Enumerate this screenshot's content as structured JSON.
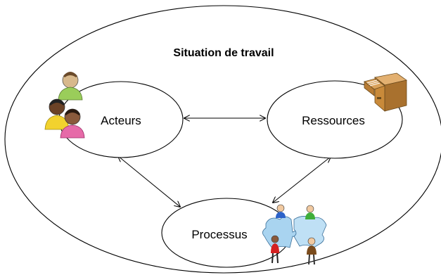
{
  "diagram": {
    "title": "Situation de travail",
    "nodes": {
      "acteurs": {
        "label": "Acteurs",
        "icon": "people-group-icon"
      },
      "ressources": {
        "label": "Ressources",
        "icon": "filing-cabinet-icon"
      },
      "processus": {
        "label": "Processus",
        "icon": "puzzle-team-icon"
      }
    },
    "edges": [
      {
        "from": "Acteurs",
        "to": "Ressources",
        "type": "bidirectional"
      },
      {
        "from": "Acteurs",
        "to": "Processus",
        "type": "bidirectional"
      },
      {
        "from": "Ressources",
        "to": "Processus",
        "type": "bidirectional"
      }
    ],
    "colors": {
      "stroke": "#000000",
      "background": "#ffffff",
      "cabinet": "#c98a3a",
      "puzzle": "#a9d4f0",
      "person_yellow": "#f2d22e",
      "person_pink": "#e66aa8",
      "person_green": "#9acd5a"
    }
  }
}
